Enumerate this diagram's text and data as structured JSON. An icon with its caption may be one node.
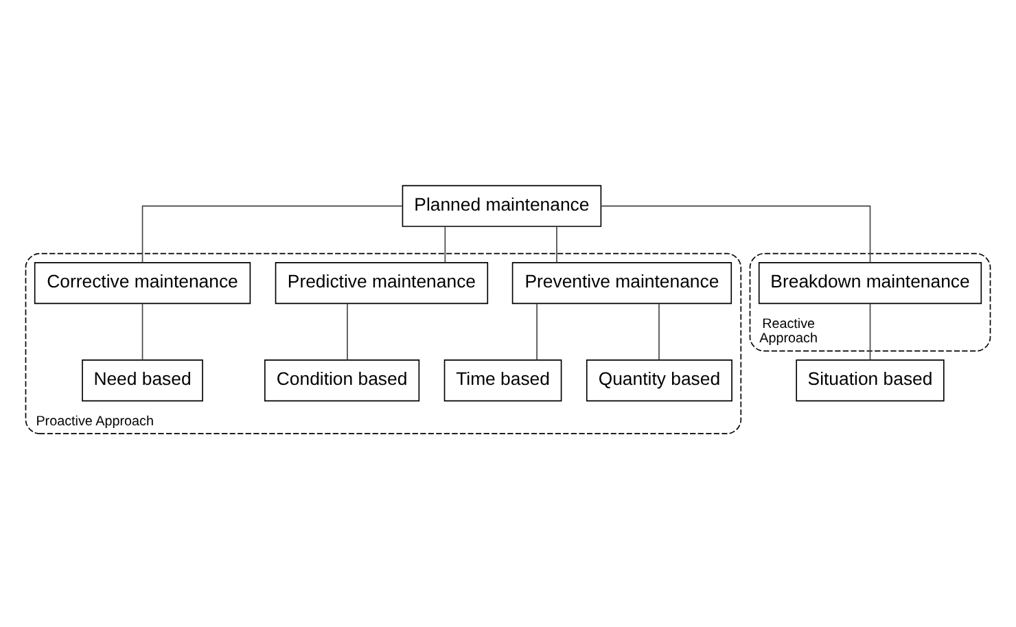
{
  "diagram": {
    "nodes": [
      {
        "text": [
          "Planned maintenance"
        ]
      },
      {
        "text": [
          "Reactive Approach"
        ]
      },
      {
        "text": [
          "Breakdown maintenance"
        ],
        "in": 1
      },
      {
        "text": [
          "Situation based"
        ]
      },
      {
        "text": [
          "Proactive Approach"
        ]
      },
      {
        "text": [
          "Preventive maintenance"
        ],
        "in": 4
      },
      {
        "text": [
          "Predictive maintenance"
        ],
        "in": 4
      },
      {
        "text": [
          "Corrective maintenance"
        ],
        "in": 4
      },
      {
        "text": [
          "Time based"
        ],
        "in": 4
      },
      {
        "text": [
          "Quantity based"
        ],
        "in": 4
      },
      {
        "text": [
          "Condition based"
        ],
        "in": 4
      },
      {
        "text": [
          "Need based"
        ],
        "in": 4
      }
    ],
    "edges": [
      {
        "from": 0,
        "to": 2,
        "arrow": "none"
      },
      {
        "from": 0,
        "to": 5,
        "arrow": "none"
      },
      {
        "from": 0,
        "to": 6,
        "arrow": "none"
      },
      {
        "from": 0,
        "to": 7,
        "arrow": "none"
      },
      {
        "from": 2,
        "to": 3,
        "arrow": "none"
      },
      {
        "from": 5,
        "to": 8,
        "arrow": "none"
      },
      {
        "from": 5,
        "to": 9,
        "arrow": "none"
      },
      {
        "from": 6,
        "to": 10,
        "arrow": "none"
      },
      {
        "from": 7,
        "to": 11,
        "arrow": "none"
      }
    ]
  }
}
